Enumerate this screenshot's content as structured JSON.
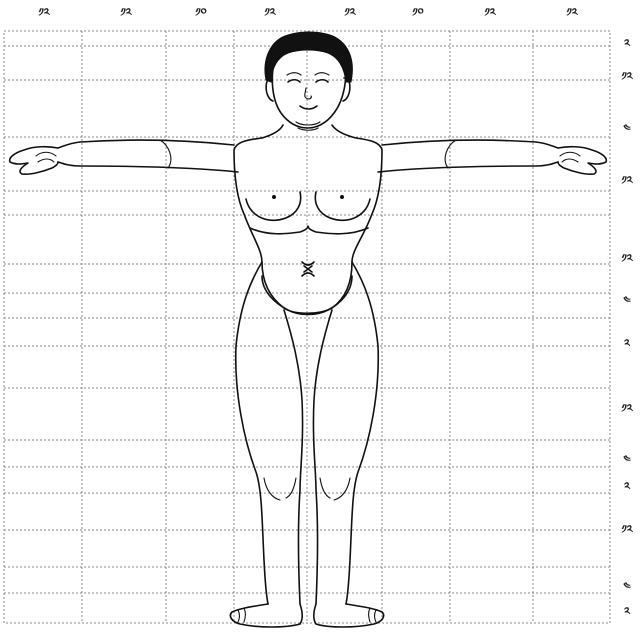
{
  "top_ticks": [
    "༡༢",
    "༡༢",
    "༡༠",
    "༡༢",
    "༡༢",
    "༡༠",
    "༡༢",
    "༡༢"
  ],
  "right_ticks": [
    "༢",
    "༡༢",
    "༤",
    "༡༢",
    "༡༢",
    "༤",
    "༢",
    "༡༢",
    "༤",
    "༢",
    "༡༢",
    "༤",
    "༢"
  ]
}
